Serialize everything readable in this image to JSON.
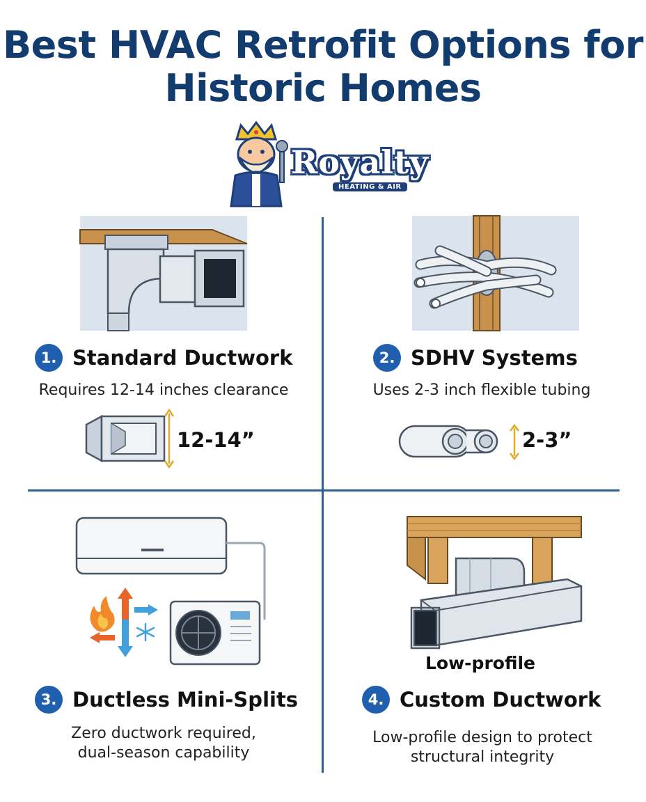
{
  "title": "Best HVAC Retrofit Options for Historic Homes",
  "logo": {
    "name": "Royalty",
    "tagline": "HEATING & AIR"
  },
  "options": [
    {
      "number": "1.",
      "heading": "Standard Ductwork",
      "description": "Requires 12-14 inches clearance",
      "dimension": "12-14”"
    },
    {
      "number": "2.",
      "heading": "SDHV Systems",
      "description": "Uses 2-3 inch flexible tubing",
      "dimension": "2-3”"
    },
    {
      "number": "3.",
      "heading": "Ductless Mini-Splits",
      "description_lines": [
        "Zero ductwork required,",
        "dual-season capability"
      ]
    },
    {
      "number": "4.",
      "heading": "Custom Ductwork",
      "image_label": "Low-profile",
      "description_lines": [
        "Low-profile design to protect",
        "structural integrity"
      ]
    }
  ],
  "colors": {
    "title": "#123b6e",
    "accent": "#1f5fae",
    "divider": "#2b5f96",
    "arrow": "#e0a92a",
    "heat": "#e8652a",
    "cool": "#3fa0dc"
  }
}
